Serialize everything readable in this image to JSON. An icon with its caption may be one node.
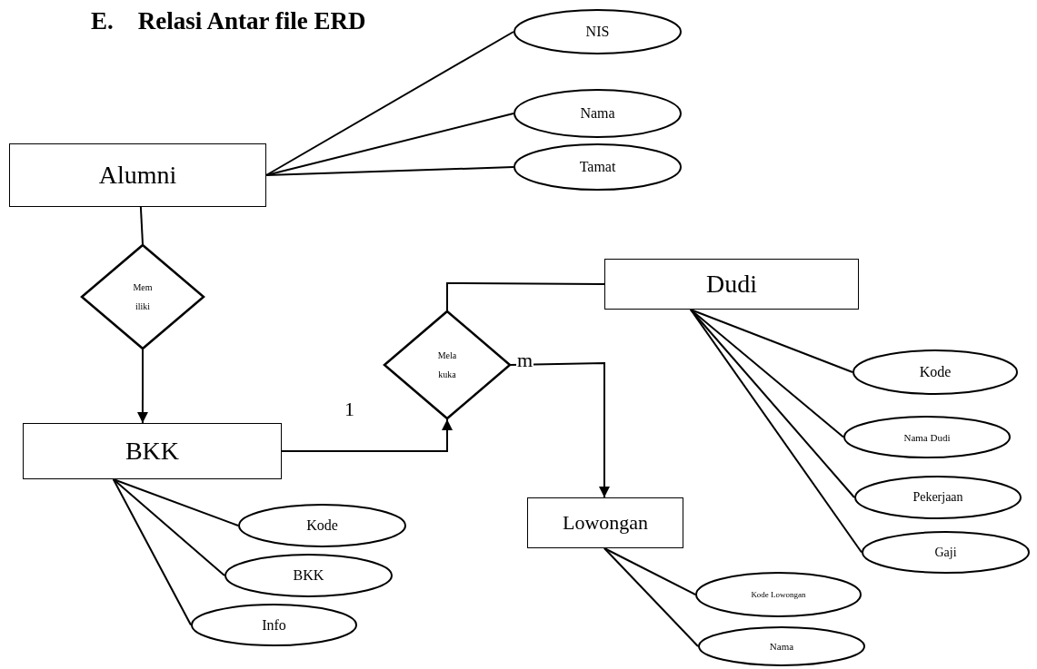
{
  "diagram": {
    "title": "E.    Relasi Antar file ERD",
    "nodes": [
      {
        "text": [
          "Alumni"
        ]
      },
      {
        "text": [
          "NIS"
        ]
      },
      {
        "text": [
          "Nama"
        ]
      },
      {
        "text": [
          "Tamat"
        ]
      },
      {
        "text": [
          "Mem iliki"
        ]
      },
      {
        "text": [
          "BKK"
        ]
      },
      {
        "text": [
          "Mela kuka"
        ]
      },
      {
        "text": [
          "Dudi"
        ]
      },
      {
        "text": [
          "Lowongan"
        ]
      },
      {
        "text": [
          "Kode"
        ]
      },
      {
        "text": [
          "BKK"
        ]
      },
      {
        "text": [
          "Info"
        ]
      },
      {
        "text": [
          "Kode"
        ]
      },
      {
        "text": [
          "Nama Dudi"
        ]
      },
      {
        "text": [
          "Pekerjaan"
        ]
      },
      {
        "text": [
          "Gaji"
        ]
      },
      {
        "text": [
          "Kode Lowongan"
        ]
      },
      {
        "text": [
          "Nama"
        ]
      }
    ],
    "edges": [
      {
        "from": 0,
        "to": 1,
        "arrow": "none"
      },
      {
        "from": 0,
        "to": 2,
        "arrow": "none"
      },
      {
        "from": 0,
        "to": 3,
        "arrow": "none"
      },
      {
        "from": 0,
        "to": 4,
        "arrow": "none"
      },
      {
        "from": 4,
        "to": 5,
        "arrow": "to"
      },
      {
        "from": 5,
        "to": 6,
        "arrow": "to",
        "label": "1"
      },
      {
        "from": 6,
        "to": 7,
        "arrow": "none"
      },
      {
        "from": 6,
        "to": 8,
        "arrow": "to",
        "label": "m"
      },
      {
        "from": 5,
        "to": 9,
        "arrow": "none"
      },
      {
        "from": 5,
        "to": 10,
        "arrow": "none"
      },
      {
        "from": 5,
        "to": 11,
        "arrow": "none"
      },
      {
        "from": 7,
        "to": 12,
        "arrow": "none"
      },
      {
        "from": 7,
        "to": 13,
        "arrow": "none"
      },
      {
        "from": 7,
        "to": 14,
        "arrow": "none"
      },
      {
        "from": 7,
        "to": 15,
        "arrow": "none"
      },
      {
        "from": 8,
        "to": 16,
        "arrow": "none"
      },
      {
        "from": 8,
        "to": 17,
        "arrow": "none"
      }
    ]
  }
}
